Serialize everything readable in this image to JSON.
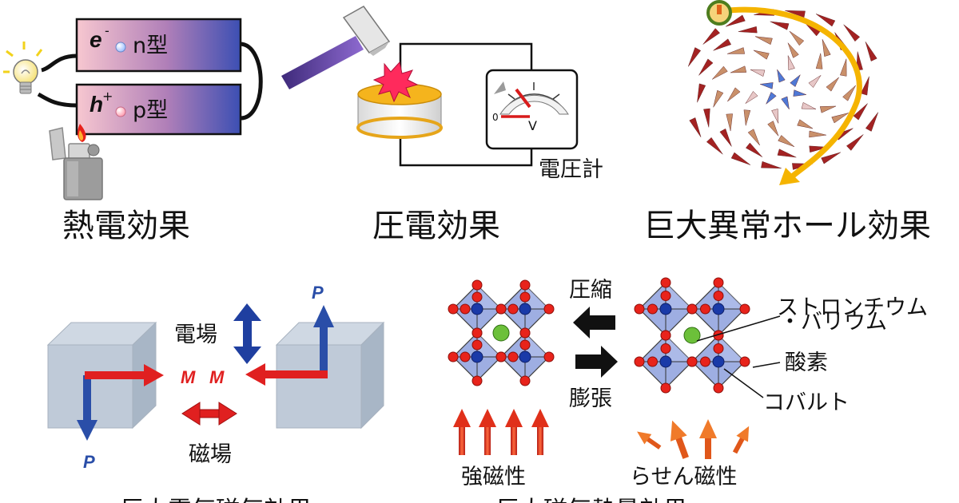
{
  "panels": {
    "thermo": {
      "title": "熱電効果",
      "n_carrier": "e",
      "n_sign": "-",
      "n_label": "n型",
      "p_carrier": "h",
      "p_sign": "+",
      "p_label": "p型"
    },
    "piezo": {
      "title": "圧電効果",
      "meter_zero": "0",
      "meter_unit": "V",
      "meter_label": "電圧計"
    },
    "hall": {
      "title": "巨大異常ホール効果"
    },
    "multiferroic": {
      "p_top": "P",
      "p_bottom": "P",
      "m_left": "M",
      "m_right": "M",
      "electric_field": "電場",
      "magnetic_field": "磁場"
    },
    "perovskite": {
      "compress": "圧縮",
      "expand": "膨張",
      "sr_ba_line1": "ストロンチウム",
      "sr_ba_line2": "・バリウム",
      "oxygen": "酸素",
      "cobalt": "コバルト",
      "ferro": "強磁性",
      "helical": "らせん磁性"
    }
  },
  "bottom_band": {
    "left_text": "巨大電気磁気効果",
    "right_text": "巨大磁気熱量効果"
  },
  "colors": {
    "red_arrow": "#e02020",
    "blue_arrow": "#1f3fa0",
    "orange_curve": "#f5b400",
    "octahedron": "#8da0dd",
    "oxygen_atom": "#e8231b",
    "cobalt_atom": "#1a3aa8",
    "sr_atom": "#6cc03a"
  }
}
